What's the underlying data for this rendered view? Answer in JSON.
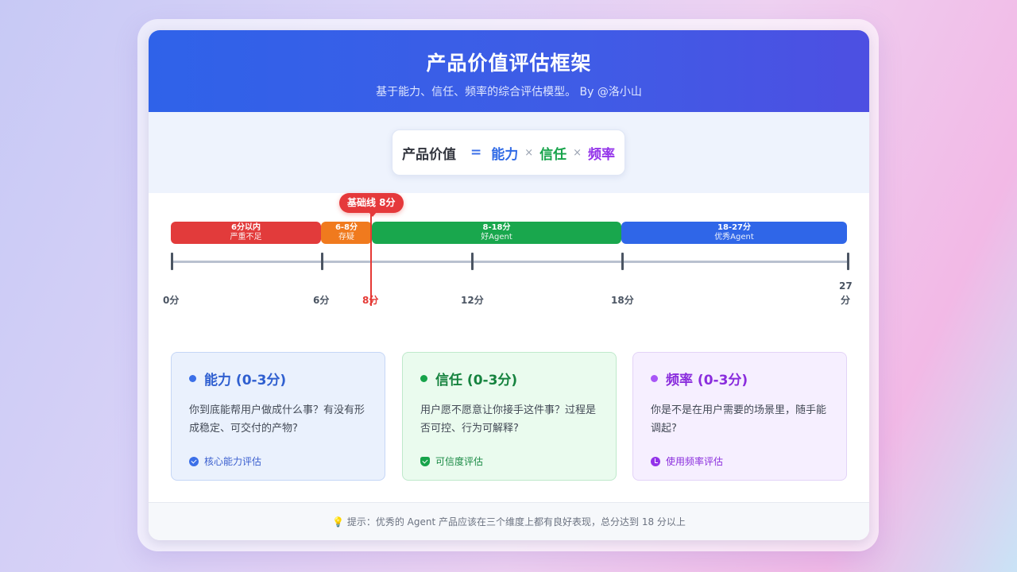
{
  "header": {
    "title": "产品价值评估框架",
    "subtitle": "基于能力、信任、频率的综合评估模型。 By @洛小山"
  },
  "formula": {
    "label": "产品价值",
    "equals": "=",
    "term1": "能力",
    "term2": "信任",
    "term3": "频率",
    "times": "×"
  },
  "scale": {
    "baseline_badge": "基础线 8分",
    "ticks": [
      "0分",
      "6分",
      "8分",
      "12分",
      "18分",
      "27分"
    ],
    "segments": [
      {
        "range": "6分以内",
        "label": "严重不足",
        "color": "#e53935"
      },
      {
        "range": "6-8分",
        "label": "存疑",
        "color": "#f07a1e"
      },
      {
        "range": "8-18分",
        "label": "好Agent",
        "color": "#19a74d"
      },
      {
        "range": "18-27分",
        "label": "优秀Agent",
        "color": "#2f66e8"
      }
    ]
  },
  "dimensions": [
    {
      "title": "能力 (0-3分)",
      "desc": "你到底能帮用户做成什么事？有没有形成稳定、可交付的产物?",
      "tag": "核心能力评估"
    },
    {
      "title": "信任 (0-3分)",
      "desc": "用户愿不愿意让你接手这件事？过程是否可控、行为可解释?",
      "tag": "可信度评估"
    },
    {
      "title": "频率 (0-3分)",
      "desc": "你是不是在用户需要的场景里，随手能调起?",
      "tag": "使用频率评估"
    }
  ],
  "footer": {
    "icon": "💡",
    "tip": "提示：优秀的 Agent 产品应该在三个维度上都有良好表现，总分达到 18 分以上"
  }
}
